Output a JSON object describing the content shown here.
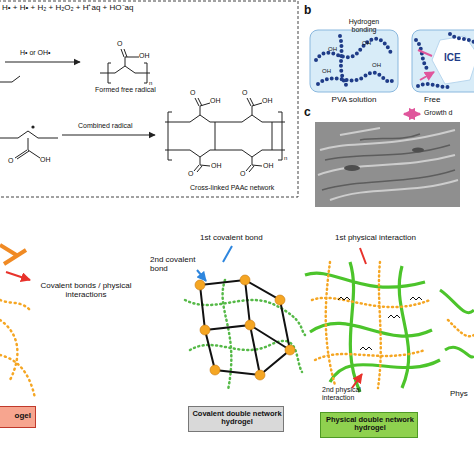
{
  "diagram": {
    "nodes": [
      {
        "text": [
          "Hydrogen bonding",
          "PVA solution"
        ]
      },
      {
        "text": [
          "ICE",
          "Free"
        ]
      },
      {
        "text": [
          "ogel"
        ]
      },
      {
        "text": [
          "Covalent double network hydrogel"
        ]
      },
      {
        "text": [
          "Physical double network hydrogel"
        ]
      }
    ],
    "labels": [
      "H• + H• + H₂ + H₂O₂ + H⁺aq + HO⁻aq",
      "H• or OH•",
      "O",
      "OH",
      "n",
      "Formed free radical",
      "O",
      "OH",
      "Combined radical",
      "O",
      "OH",
      "O",
      "OH",
      "n",
      "O",
      "OH",
      "O",
      "OH",
      "Cross-linked PAAc network",
      "b",
      "OH",
      "OH",
      "OH",
      "OH",
      "c",
      "Growth d",
      "Covalent bonds / physical interactions",
      "1st covalent bond",
      "2nd covalent bond",
      "1st physical interaction",
      "2nd physical interaction",
      "Phys"
    ]
  }
}
